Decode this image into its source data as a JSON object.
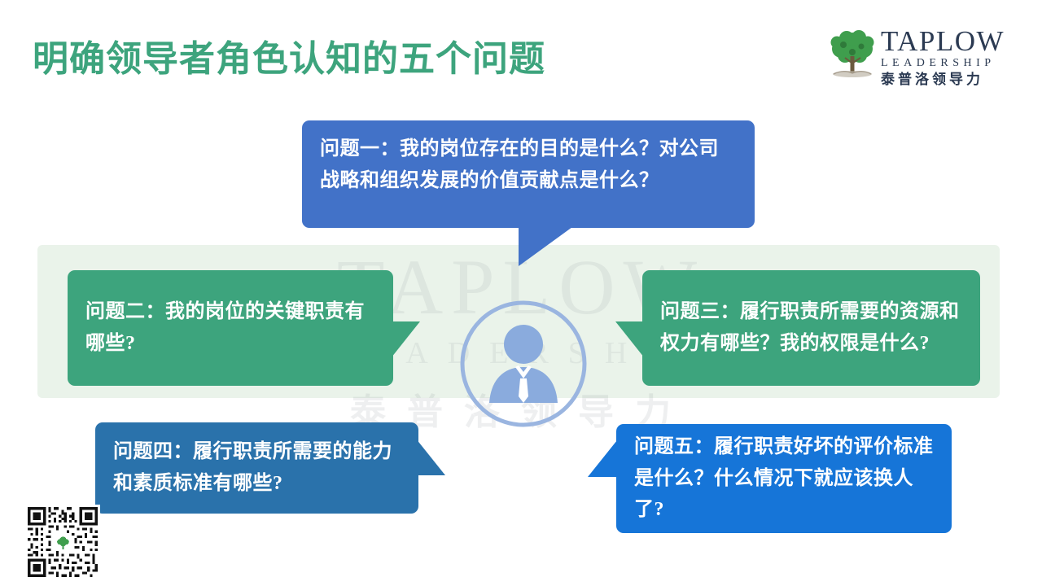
{
  "slide": {
    "title": "明确领导者角色认知的五个问题",
    "background_color": "#ffffff",
    "band_color": "#eaf3ea",
    "title_color": "#3da47d"
  },
  "logo": {
    "tree_icon": "tree-icon",
    "brand": "TAPLOW",
    "tagline": "LEADERSHIP",
    "chinese": "泰普洛领导力"
  },
  "watermark": {
    "brand": "TAPLOW",
    "tagline": "LEADERSHIP",
    "chinese": "泰普洛领导力"
  },
  "center": {
    "icon": "person-in-suit-icon",
    "circle_color": "#9ab5e0",
    "figure_color": "#8aabdd"
  },
  "bubbles": [
    {
      "id": "q1",
      "label": "question-one-bubble",
      "text": "问题一：我的岗位存在的目的是什么？对公司战略和组织发展的价值贡献点是什么？",
      "color": "#4272c8",
      "tail": "down-left"
    },
    {
      "id": "q2",
      "label": "question-two-bubble",
      "text": "问题二：我的岗位的关键职责有哪些?",
      "color": "#3da47d",
      "tail": "right"
    },
    {
      "id": "q3",
      "label": "question-three-bubble",
      "text": "问题三：履行职责所需要的资源和权力有哪些？我的权限是什么?",
      "color": "#3da47d",
      "tail": "left"
    },
    {
      "id": "q4",
      "label": "question-four-bubble",
      "text": "问题四：履行职责所需要的能力和素质标准有哪些?",
      "color": "#2a72ab",
      "tail": "up-right"
    },
    {
      "id": "q5",
      "label": "question-five-bubble",
      "text": "问题五：履行职责好坏的评价标准是什么？什么情况下就应该换人了?",
      "color": "#1675d8",
      "tail": "up-left"
    }
  ],
  "qr_code": {
    "icon": "qr-code-icon",
    "center_icon": "tree-icon"
  }
}
